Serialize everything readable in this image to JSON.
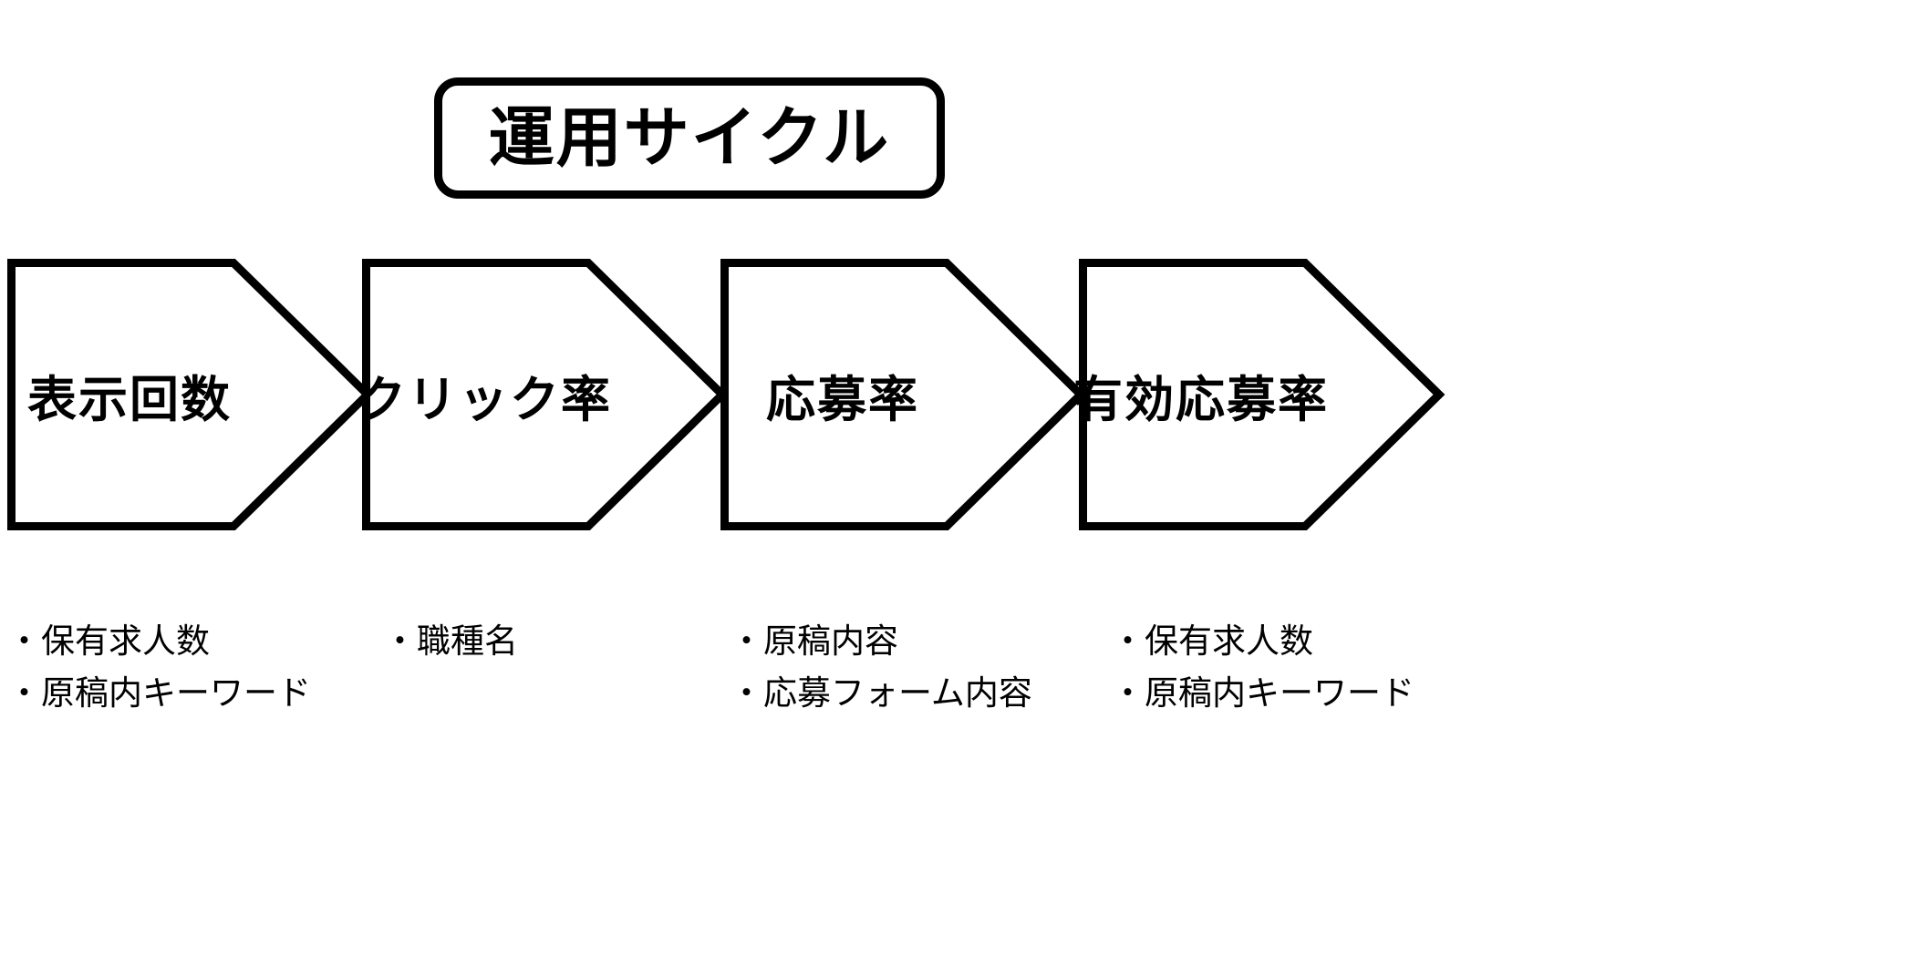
{
  "page": {
    "background_color": "#ffffff",
    "stroke_color": "#000000"
  },
  "title": {
    "label": "運用サイクル",
    "shape": "rounded-rectangle"
  },
  "funnel": {
    "shape": "chevron-arrow",
    "steps": [
      {
        "label": "表示回数"
      },
      {
        "label": "クリック率"
      },
      {
        "label": "応募率"
      },
      {
        "label": "有効応募率"
      }
    ]
  },
  "notes": {
    "columns": [
      {
        "for_step": "表示回数",
        "lines": [
          "・保有求人数",
          "・原稿内キーワード"
        ]
      },
      {
        "for_step": "クリック率",
        "lines": [
          "・職種名"
        ]
      },
      {
        "for_step": "応募率",
        "lines": [
          "・原稿内容",
          "・応募フォーム内容"
        ]
      },
      {
        "for_step": "有効応募率",
        "lines": [
          "・保有求人数",
          "・原稿内キーワード"
        ]
      }
    ]
  }
}
